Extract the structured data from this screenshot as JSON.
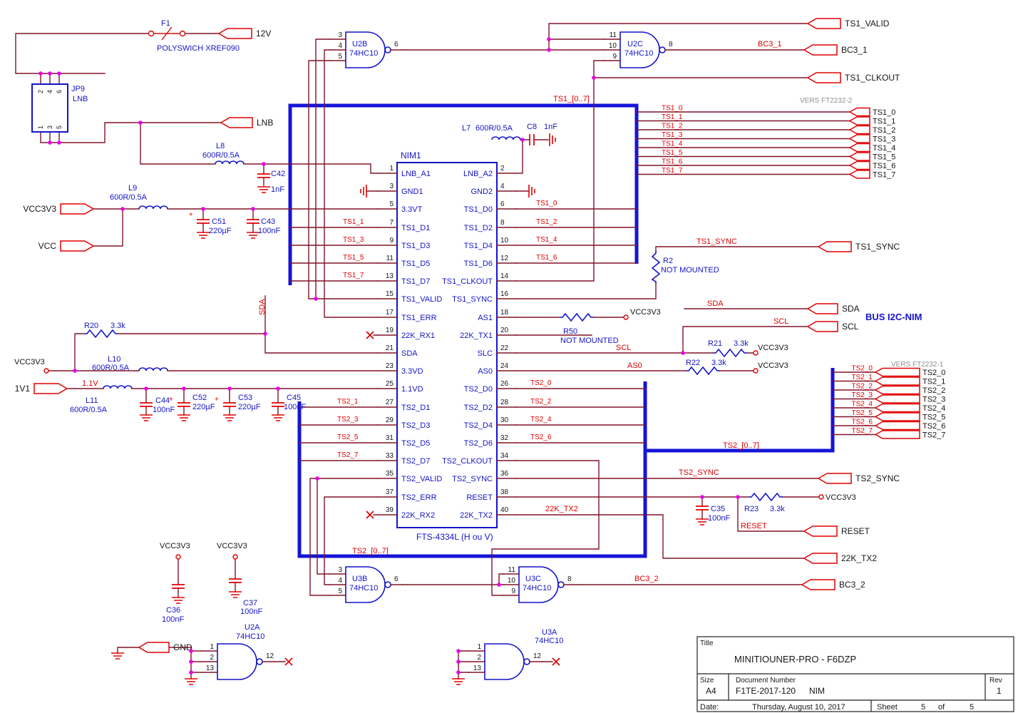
{
  "nets": {
    "v12": "12V",
    "lnb": "LNB",
    "vcc3v3": "VCC3V3",
    "vcc": "VCC",
    "v1v1": "1V1",
    "v11": "1.1V",
    "gnd": "GND",
    "sda": "SDA",
    "scl": "SCL",
    "as0": "AS0",
    "ts1_valid": "TS1_VALID",
    "bc3_1": "BC3_1",
    "ts1_clkout": "TS1_CLKOUT",
    "ts1_sync": "TS1_SYNC",
    "ts2_sync": "TS2_SYNC",
    "reset": "RESET",
    "tx2": "22K_TX2",
    "bc3_2": "BC3_2",
    "bus_i2c": "BUS I2C-NIM"
  },
  "buses": {
    "ts1": {
      "label": "TS1_[0..7]",
      "vers": "VERS FT2232-2",
      "signals": [
        "TS1_0",
        "TS1_1",
        "TS1_2",
        "TS1_3",
        "TS1_4",
        "TS1_5",
        "TS1_6",
        "TS1_7"
      ]
    },
    "ts2": {
      "label": "TS2_[0..7]",
      "vers": "VERS FT2232-1",
      "signals": [
        "TS2_0",
        "TS2_1",
        "TS2_2",
        "TS2_3",
        "TS2_4",
        "TS2_5",
        "TS2_6",
        "TS2_7"
      ]
    }
  },
  "nim": {
    "ref": "NIM1",
    "part": "FTS-4334L (H ou V)",
    "left_pins": [
      [
        "1",
        "LNB_A1"
      ],
      [
        "3",
        "GND1"
      ],
      [
        "5",
        "3.3VT"
      ],
      [
        "7",
        "TS1_D1"
      ],
      [
        "9",
        "TS1_D3"
      ],
      [
        "11",
        "TS1_D5"
      ],
      [
        "13",
        "TS1_D7"
      ],
      [
        "15",
        "TS1_VALID"
      ],
      [
        "17",
        "TS1_ERR"
      ],
      [
        "19",
        "22K_RX1"
      ],
      [
        "21",
        "SDA"
      ],
      [
        "23",
        "3.3VD"
      ],
      [
        "25",
        "1.1VD"
      ],
      [
        "27",
        "TS2_D1"
      ],
      [
        "29",
        "TS2_D3"
      ],
      [
        "31",
        "TS2_D5"
      ],
      [
        "33",
        "TS2_D7"
      ],
      [
        "35",
        "TS2_VALID"
      ],
      [
        "37",
        "TS2_ERR"
      ],
      [
        "39",
        "22K_RX2"
      ]
    ],
    "right_pins": [
      [
        "2",
        "LNB_A2"
      ],
      [
        "4",
        "GND2"
      ],
      [
        "6",
        "TS1_D0"
      ],
      [
        "8",
        "TS1_D2"
      ],
      [
        "10",
        "TS1_D4"
      ],
      [
        "12",
        "TS1_D6"
      ],
      [
        "14",
        "TS1_CLKOUT"
      ],
      [
        "16",
        "TS1_SYNC"
      ],
      [
        "18",
        "AS1"
      ],
      [
        "20",
        "22K_TX1"
      ],
      [
        "22",
        "SLC"
      ],
      [
        "24",
        "AS0"
      ],
      [
        "26",
        "TS2_D0"
      ],
      [
        "28",
        "TS2_D2"
      ],
      [
        "30",
        "TS2_D4"
      ],
      [
        "32",
        "TS2_D6"
      ],
      [
        "34",
        "TS2_CLKOUT"
      ],
      [
        "36",
        "TS2_SYNC"
      ],
      [
        "38",
        "RESET"
      ],
      [
        "40",
        "22K_TX2"
      ]
    ]
  },
  "gates": [
    {
      "ref": "U2B",
      "part": "74HC10",
      "inputs": [
        "3",
        "4",
        "5"
      ],
      "output": "6"
    },
    {
      "ref": "U2C",
      "part": "74HC10",
      "inputs": [
        "11",
        "10",
        "9"
      ],
      "output": "8"
    },
    {
      "ref": "U3B",
      "part": "74HC10",
      "inputs": [
        "3",
        "4",
        "5"
      ],
      "output": "6"
    },
    {
      "ref": "U3C",
      "part": "74HC10",
      "inputs": [
        "11",
        "10",
        "9"
      ],
      "output": "8"
    },
    {
      "ref": "U2A",
      "part": "74HC10",
      "inputs": [
        "1",
        "2",
        "13"
      ],
      "output": "12"
    },
    {
      "ref": "U3A",
      "part": "74HC10",
      "inputs": [
        "1",
        "2",
        "13"
      ],
      "output": "12"
    }
  ],
  "jp9": {
    "ref": "JP9",
    "val": "LNB",
    "top_pins": [
      "2",
      "4",
      "6"
    ],
    "bottom_pins": [
      "1",
      "3",
      "5"
    ]
  },
  "parts": {
    "f1": [
      "F1",
      "POLYSWICH XREF090"
    ],
    "l7": [
      "L7",
      "600R/0.5A"
    ],
    "c8": [
      "C8",
      "1nF"
    ],
    "l8": [
      "L8",
      "600R/0.5A"
    ],
    "c42": [
      "C42",
      "1nF"
    ],
    "l9": [
      "L9",
      "600R/0.5A"
    ],
    "c51": [
      "C51",
      "220µF"
    ],
    "c43": [
      "C43",
      "100nF"
    ],
    "r2": [
      "R2",
      "NOT MOUNTED"
    ],
    "r50": [
      "R50",
      "NOT MOUNTED"
    ],
    "r20": [
      "R20",
      "3.3k"
    ],
    "r21": [
      "R21",
      "3.3k"
    ],
    "r22": [
      "R22",
      "3.3k"
    ],
    "r23": [
      "R23",
      "3.3k"
    ],
    "l10": [
      "L10",
      "600R/0.5A"
    ],
    "l11": [
      "L11",
      "600R/0.5A"
    ],
    "c44": [
      "C44",
      "100nF"
    ],
    "c52": [
      "C52",
      "220µF"
    ],
    "c53": [
      "C53",
      "220µF"
    ],
    "c45": [
      "C45",
      "100nF"
    ],
    "c35": [
      "C35",
      "100nF"
    ],
    "c36": [
      "C36",
      "100nF"
    ],
    "c37": [
      "C37",
      "100nF"
    ]
  },
  "misc": {
    "plus": "+"
  },
  "title_block": {
    "title_label": "Title",
    "title": "MINITIOUNER-PRO -  F6DZP",
    "size_label": "Size",
    "size": "A4",
    "doc_label": "Document Number",
    "doc_number": "F1TE-2017-120",
    "doc_variant": "NIM",
    "rev_label": "Rev",
    "rev": "1",
    "date_label": "Date:",
    "date": "Thursday, August 10, 2017",
    "sheet_label": "Sheet",
    "sheet": "5",
    "of_label": "of",
    "sheet_total": "5"
  }
}
